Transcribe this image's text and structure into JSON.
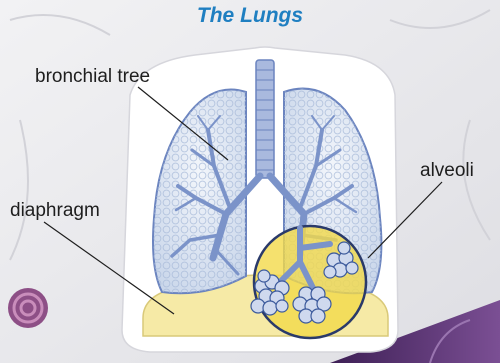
{
  "title": "The Lungs",
  "labels": {
    "bronchial_tree": "bronchial tree",
    "diaphragm": "diaphragm",
    "alveoli": "alveoli"
  },
  "colors": {
    "title": "#1f7fc1",
    "lung_fill": "#dfe8f3",
    "bronchi": "#7b93c9",
    "diaphragm": "#f6eaa6",
    "magnifier": "#f3d94a",
    "background": "#e6e6ea",
    "purple_band": "#5e3a72"
  }
}
